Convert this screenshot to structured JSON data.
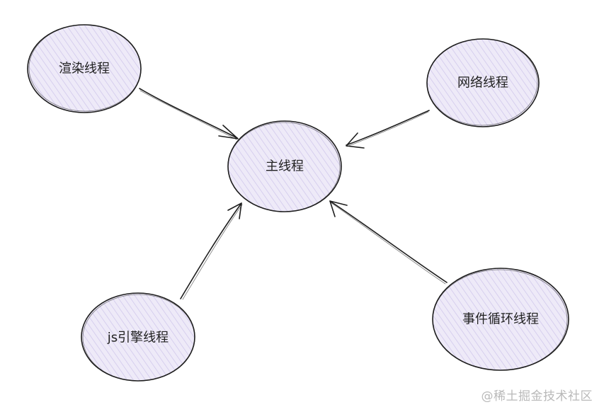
{
  "diagram": {
    "nodes": {
      "main": "主线程",
      "render": "渲染线程",
      "network": "网络线程",
      "js_engine": "js引擎线程",
      "event_loop": "事件循环线程"
    },
    "edges": [
      {
        "from": "render",
        "to": "main"
      },
      {
        "from": "network",
        "to": "main"
      },
      {
        "from": "js_engine",
        "to": "main"
      },
      {
        "from": "event_loop",
        "to": "main"
      }
    ]
  },
  "watermark": "@稀土掘金技术社区",
  "colors": {
    "node_fill": "#eeeaf8",
    "hatch": "#cdc4ea",
    "stroke": "#1e1e1e",
    "watermark": "#b9b9b9"
  }
}
